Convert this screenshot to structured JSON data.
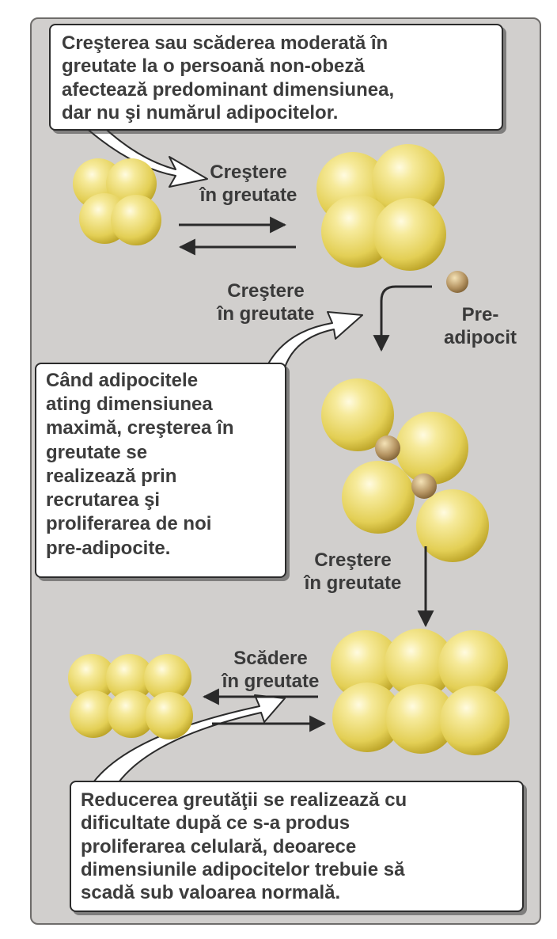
{
  "callouts": {
    "top": "Creşterea sau scăderea moderată în\ngreutate la o persoană non-obeză\nafectează predominant dimensiunea,\ndar nu şi numărul adipocitelor.",
    "middle": "Când adipocitele\nating dimensiunea\nmaximă, creşterea în\ngreutate se\nrealizează prin\nrecrutarea şi\nproliferarea de noi\npre-adipocite.",
    "bottom": "Reducerea greutăţii se realizează cu\ndificultate după ce s-a produs\nproliferarea celulară, deoarece\ndimensiunile adipocitelor trebuie să\nscadă sub valoarea normală."
  },
  "labels": {
    "weight_gain_1": "Creştere\nîn greutate",
    "weight_gain_2": "Creştere\nîn greutate",
    "pre_adipocyte": "Pre-\nadipocit",
    "weight_gain_3": "Creştere\nîn greutate",
    "weight_loss": "Scădere\nîn greutate"
  },
  "colors": {
    "panel": "#d1cfcd",
    "cell_light": "#fbf6bf",
    "cell_mid": "#e6d35e",
    "cell_dark": "#b39a1e",
    "preadipocyte": "#a8895a",
    "arrow": "#2a2a2a"
  }
}
